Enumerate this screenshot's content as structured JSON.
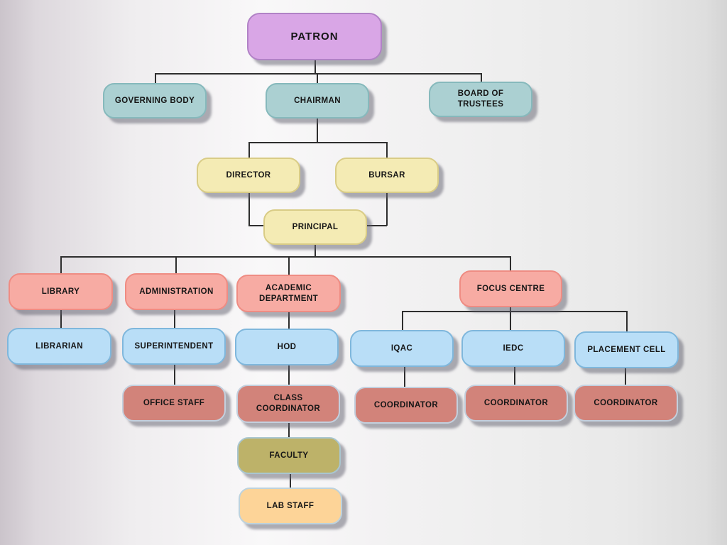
{
  "diagram": {
    "type": "organizational-chart",
    "nodes": {
      "patron": {
        "label": "PATRON",
        "color": "#d9a6e6"
      },
      "governing_body": {
        "label": "GOVERNING BODY",
        "color": "#abd0d2"
      },
      "chairman": {
        "label": "CHAIRMAN",
        "color": "#abd0d2"
      },
      "board_of_trustees": {
        "label": "BOARD OF TRUSTEES",
        "color": "#abd0d2"
      },
      "director": {
        "label": "DIRECTOR",
        "color": "#f4ebb4"
      },
      "bursar": {
        "label": "BURSAR",
        "color": "#f4ebb4"
      },
      "principal": {
        "label": "PRINCIPAL",
        "color": "#f4ebb4"
      },
      "library": {
        "label": "LIBRARY",
        "color": "#f7aba3"
      },
      "administration": {
        "label": "ADMINISTRATION",
        "color": "#f7aba3"
      },
      "academic_department": {
        "label": "ACADEMIC DEPARTMENT",
        "color": "#f7aba3"
      },
      "focus_centre": {
        "label": "FOCUS CENTRE",
        "color": "#f7aba3"
      },
      "librarian": {
        "label": "LIBRARIAN",
        "color": "#b9def7"
      },
      "superintendent": {
        "label": "SUPERINTENDENT",
        "color": "#b9def7"
      },
      "hod": {
        "label": "HOD",
        "color": "#b9def7"
      },
      "iqac": {
        "label": "IQAC",
        "color": "#b9def7"
      },
      "iedc": {
        "label": "IEDC",
        "color": "#b9def7"
      },
      "placement_cell": {
        "label": "PLACEMENT CELL",
        "color": "#b9def7"
      },
      "office_staff": {
        "label": "OFFICE STAFF",
        "color": "#d2837a"
      },
      "class_coordinator": {
        "label": "CLASS COORDINATOR",
        "color": "#d2837a"
      },
      "iqac_coordinator": {
        "label": "COORDINATOR",
        "color": "#d2837a"
      },
      "iedc_coordinator": {
        "label": "COORDINATOR",
        "color": "#d2837a"
      },
      "placement_coordinator": {
        "label": "COORDINATOR",
        "color": "#d2837a"
      },
      "faculty": {
        "label": "FACULTY",
        "color": "#bdb269"
      },
      "lab_staff": {
        "label": "LAB STAFF",
        "color": "#fdd498"
      }
    },
    "hierarchy": [
      {
        "parent": "PATRON",
        "children": [
          "GOVERNING BODY",
          "CHAIRMAN",
          "BOARD OF TRUSTEES"
        ]
      },
      {
        "parent": "CHAIRMAN",
        "children": [
          "DIRECTOR",
          "BURSAR"
        ]
      },
      {
        "parent": "DIRECTOR",
        "children": [
          "PRINCIPAL"
        ]
      },
      {
        "parent": "BURSAR",
        "children": [
          "PRINCIPAL"
        ]
      },
      {
        "parent": "PRINCIPAL",
        "children": [
          "LIBRARY",
          "ADMINISTRATION",
          "ACADEMIC DEPARTMENT",
          "FOCUS CENTRE"
        ]
      },
      {
        "parent": "LIBRARY",
        "children": [
          "LIBRARIAN"
        ]
      },
      {
        "parent": "ADMINISTRATION",
        "children": [
          "SUPERINTENDENT"
        ]
      },
      {
        "parent": "ACADEMIC DEPARTMENT",
        "children": [
          "HOD"
        ]
      },
      {
        "parent": "FOCUS CENTRE",
        "children": [
          "IQAC",
          "IEDC",
          "PLACEMENT CELL"
        ]
      },
      {
        "parent": "SUPERINTENDENT",
        "children": [
          "OFFICE STAFF"
        ]
      },
      {
        "parent": "HOD",
        "children": [
          "CLASS COORDINATOR"
        ]
      },
      {
        "parent": "IQAC",
        "children": [
          "COORDINATOR"
        ]
      },
      {
        "parent": "IEDC",
        "children": [
          "COORDINATOR"
        ]
      },
      {
        "parent": "PLACEMENT CELL",
        "children": [
          "COORDINATOR"
        ]
      },
      {
        "parent": "CLASS COORDINATOR",
        "children": [
          "FACULTY"
        ]
      },
      {
        "parent": "FACULTY",
        "children": [
          "LAB STAFF"
        ]
      }
    ],
    "palette": {
      "purple": "#d9a6e6",
      "teal": "#abd0d2",
      "yellow": "#f4ebb4",
      "pink": "#f7aba3",
      "blue": "#b9def7",
      "rust": "#d2837a",
      "olive": "#bdb269",
      "orange": "#fdd498",
      "line": "#2e2e2e"
    }
  }
}
